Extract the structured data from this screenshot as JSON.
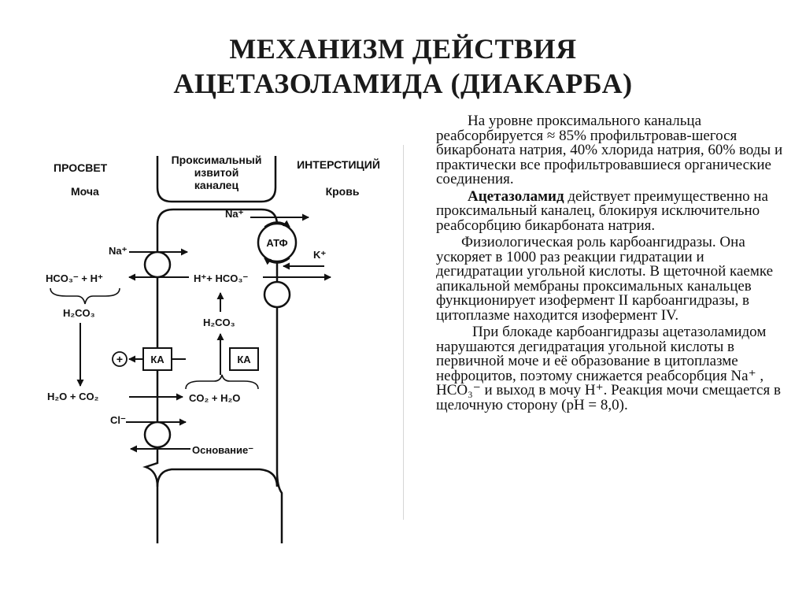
{
  "title": {
    "line1": "МЕХАНИЗМ ДЕЙСТВИЯ",
    "line2": "АЦЕТАЗОЛАМИДА (ДИАКАРБА)"
  },
  "diagram": {
    "lumen_label": "ПРОСВЕТ",
    "urine_label": "Моча",
    "tubule_label_1": "Проксимальный",
    "tubule_label_2": "извитой",
    "tubule_label_3": "каналец",
    "interstitium_label": "ИНТЕРСТИЦИЙ",
    "blood_label": "Кровь",
    "na_blood": "Na⁺",
    "atp": "АТФ",
    "k_plus": "K⁺",
    "na_lumen": "Na⁺",
    "hco3_h_lumen": "HCO₃⁻ + H⁺",
    "h_hco3_cell": "H⁺+ HCO₃⁻",
    "h2co3_lumen": "H₂CO₃",
    "h2co3_cell": "H₂CO₃",
    "plus": "+",
    "ka_lumen": "КА",
    "ka_cell": "КА",
    "h2o_co2_lumen": "H₂O + CO₂",
    "co2_h2o_cell": "CO₂ + H₂O",
    "cl": "Cl⁻",
    "base": "Основание⁻"
  },
  "text": {
    "p1": "На уровне проксимального канальца реабсорбируется ≈ 85% профильтровав-шегося бикарбоната натрия, 40% хлорида натрия, 60% воды и практически все профильтровавшиеся органические соединения.",
    "p2_bold": "Ацетазоламид",
    "p2_rest": " действует преимущественно на проксимальный каналец, блокируя исключительно реабсорбцию бикарбоната натрия.",
    "p3": "Физиологическая роль карбоангидразы. Она ускоряет в 1000 раз реакции гидратации и дегидратации угольной кислоты. В щеточной каемке апикальной мембраны проксимальных канальцев функционирует изофермент II карбоангидразы, в цитоплазме находится изофермент IV.",
    "p4": "При блокаде карбоангидразы ацетазоламидом нарушаются дегидратация угольной кислоты в первичной моче и её образование в цитоплазме нефроцитов, поэтому снижается реабсорбция Na⁺ , HCO₃⁻ и выход в мочу H⁺. Реакция мочи смещается в щелочную сторону (pH = 8,0)."
  }
}
